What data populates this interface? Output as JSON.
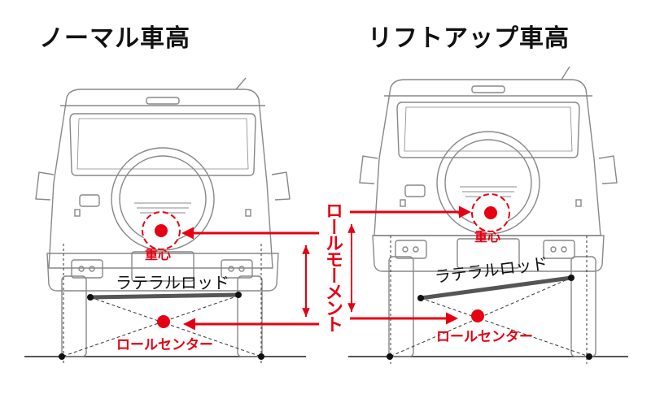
{
  "titles": {
    "normal": "ノーマル車高",
    "lifted": "リフトアップ車高"
  },
  "labels": {
    "center_of_gravity": "重心",
    "lateral_rod": "ラテラルロッド",
    "roll_center": "ロールセンター",
    "roll_moment": "ロールモーメント"
  },
  "colors": {
    "accent": "#e60012",
    "outline": "#888888",
    "rod": "#555555",
    "text": "#111111"
  },
  "icons": {
    "vehicle": "suv-rear-outline",
    "arrow": "red-arrow",
    "point": "red-dot"
  }
}
